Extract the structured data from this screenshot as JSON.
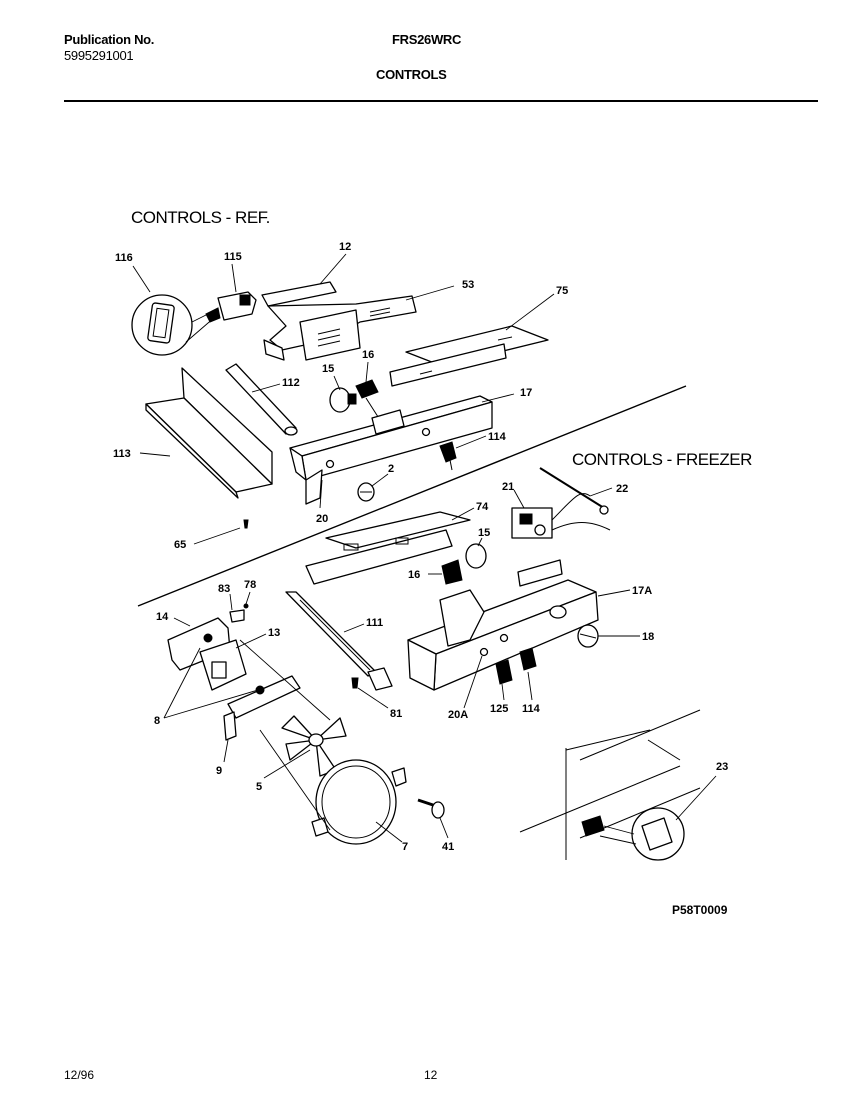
{
  "header": {
    "publication_label": "Publication No.",
    "publication_number": "5995291001",
    "model": "FRS26WRC",
    "section": "CONTROLS"
  },
  "sections": {
    "ref_title": "CONTROLS - REF.",
    "freezer_title": "CONTROLS - FREEZER"
  },
  "callouts": [
    "116",
    "115",
    "12",
    "53",
    "75",
    "112",
    "15",
    "16",
    "17",
    "113",
    "114",
    "2",
    "20",
    "65",
    "74",
    "21",
    "22",
    "15",
    "16",
    "17A",
    "18",
    "83",
    "78",
    "14",
    "13",
    "111",
    "8",
    "81",
    "20A",
    "125",
    "114",
    "9",
    "5",
    "41",
    "7",
    "23"
  ],
  "diagram_code": "P58T0009",
  "footer": {
    "date": "12/96",
    "page": "12"
  }
}
